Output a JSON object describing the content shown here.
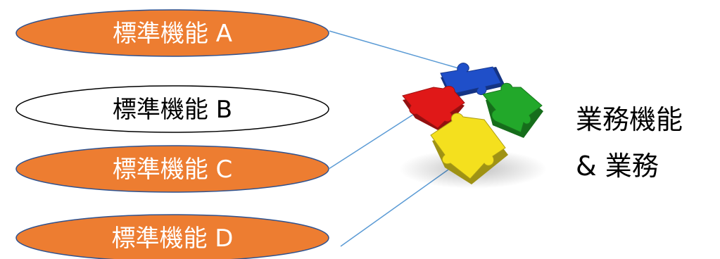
{
  "functions": [
    {
      "label": "標準機能 A",
      "style": "filled"
    },
    {
      "label": "標準機能 B",
      "style": "outline"
    },
    {
      "label": "標準機能 C",
      "style": "filled"
    },
    {
      "label": "標準機能 D",
      "style": "filled"
    }
  ],
  "business": {
    "line1": "業務機能",
    "line2": "& 業務"
  },
  "colors": {
    "filled_fill": "#ED7D31",
    "filled_stroke": "#2F528F",
    "filled_text": "#FFFFFF",
    "outline_fill": "#FFFFFF",
    "outline_stroke": "#000000",
    "outline_text": "#000000",
    "connector": "#5B9BD5",
    "puzzle_blue": "#1F4FC9",
    "puzzle_red": "#E01818",
    "puzzle_green": "#22A82A",
    "puzzle_yellow": "#F4E01E"
  },
  "icons": {
    "puzzle": "puzzle-pieces-icon"
  }
}
